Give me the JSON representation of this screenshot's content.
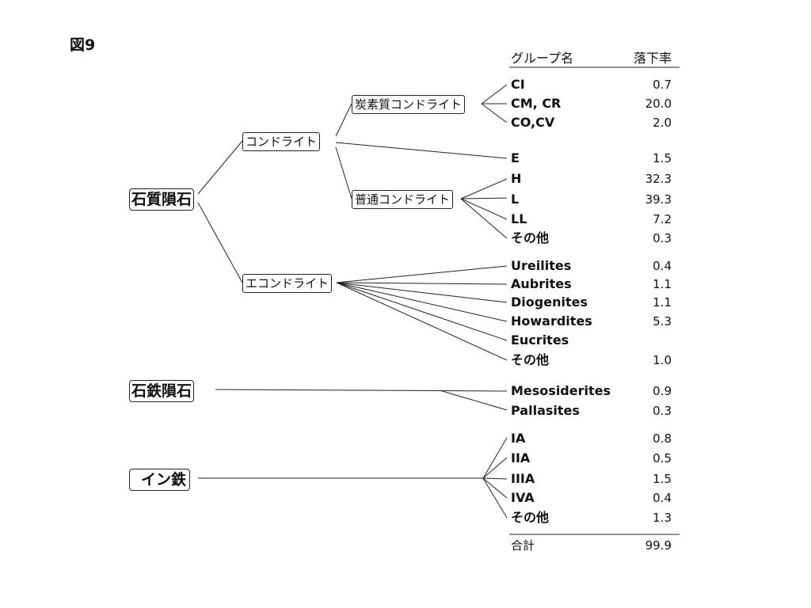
{
  "figure_label": "図9",
  "header": {
    "group": "グループ名",
    "rate": "落下率"
  },
  "nodes": {
    "stony": "石質隕石",
    "chondrite": "コンドライト",
    "carbonaceous": "炭素質コンドライト",
    "ordinary": "普通コンドライト",
    "achondrite": "エコンドライト",
    "stony_iron": "石鉄隕石",
    "iron": "イン鉄"
  },
  "groups": [
    {
      "name": "CI",
      "rate": "0.7"
    },
    {
      "name": "CM, CR",
      "rate": "20.0"
    },
    {
      "name": "CO,CV",
      "rate": "2.0"
    },
    {
      "name": "E",
      "rate": "1.5"
    },
    {
      "name": "H",
      "rate": "32.3"
    },
    {
      "name": "L",
      "rate": "39.3"
    },
    {
      "name": "LL",
      "rate": "7.2"
    },
    {
      "name": "その他",
      "rate": "0.3"
    },
    {
      "name": "Ureilites",
      "rate": "0.4"
    },
    {
      "name": "Aubrites",
      "rate": "1.1"
    },
    {
      "name": "Diogenites",
      "rate": "1.1"
    },
    {
      "name": "Howardites",
      "rate": "5.3"
    },
    {
      "name": "Eucrites",
      "rate": ""
    },
    {
      "name": "その他",
      "rate": "1.0"
    },
    {
      "name": "Mesosiderites",
      "rate": "0.9"
    },
    {
      "name": "Pallasites",
      "rate": "0.3"
    },
    {
      "name": "IA",
      "rate": "0.8"
    },
    {
      "name": "IIA",
      "rate": "0.5"
    },
    {
      "name": "IIIA",
      "rate": "1.5"
    },
    {
      "name": "IVA",
      "rate": "0.4"
    },
    {
      "name": "その他",
      "rate": "1.3"
    }
  ],
  "total": {
    "label": "合計",
    "value": "99.9"
  }
}
